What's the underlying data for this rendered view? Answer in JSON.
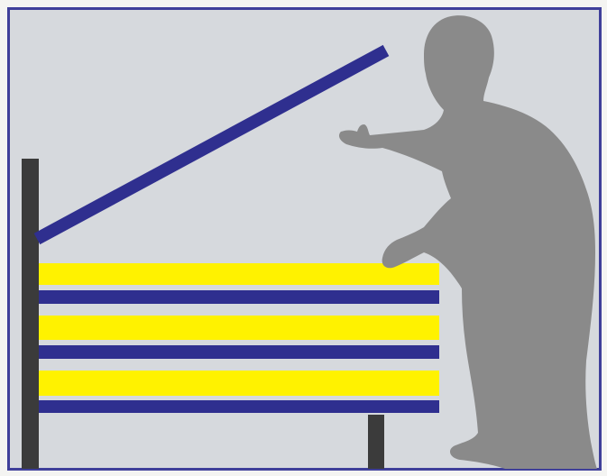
{
  "illustration": {
    "colors": {
      "page_background": "#f4f4f2",
      "panel_background": "#d6d9dd",
      "frame_border": "#3f3f9a",
      "post": "#3b3b3b",
      "lifting_arm": "#2f2f8f",
      "yellow_bar": "#fff200",
      "blue_bar": "#2f2f8f",
      "person_silhouette": "#8a8a8a"
    },
    "bars": [
      {
        "color_name": "yellow"
      },
      {
        "color_name": "blue"
      },
      {
        "color_name": "yellow"
      },
      {
        "color_name": "blue"
      },
      {
        "color_name": "yellow"
      },
      {
        "color_name": "blue"
      }
    ],
    "icons": {
      "person": "person-silhouette-icon",
      "post_left": "post-icon",
      "post_right": "post-icon"
    }
  }
}
